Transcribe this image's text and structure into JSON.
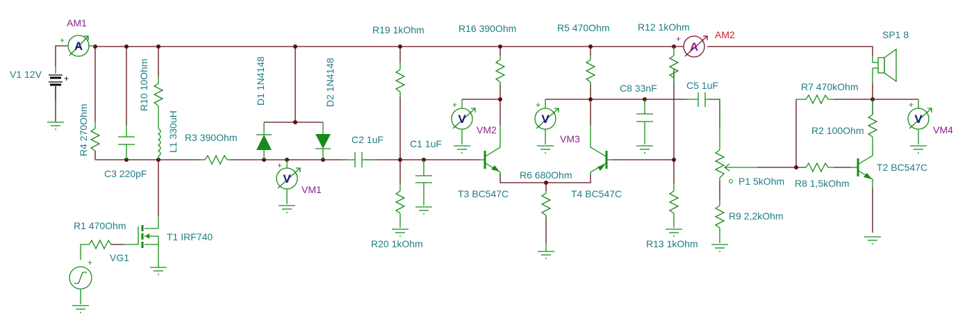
{
  "title": "Circuit schematic",
  "colors": {
    "wire": "#5a0f14",
    "component": "#178a17",
    "component_label": "#1e7c86",
    "meter_label": "#8a1f8f",
    "meter_letter": "#1a1a7a",
    "ammeter2_label": "#d42020"
  },
  "components": {
    "V1": "V1 12V",
    "AM1": "AM1",
    "AM2": "AM2",
    "R4": "R4 270Ohm",
    "C3": "C3 220pF",
    "R10": "R10 10Ohm",
    "L1": "L1 330uH",
    "R3": "R3 390Ohm",
    "D1": "D1 1N4148",
    "D2": "D2 1N4148",
    "VM1": "VM1",
    "C2": "C2 1uF",
    "R1": "R1 470Ohm",
    "VG1": "VG1",
    "T1": "T1 IRF740",
    "R19": "R19 1kOhm",
    "R20": "R20 1kOhm",
    "C1": "C1 1uF",
    "R16": "R16 390Ohm",
    "VM2": "VM2",
    "T3": "T3 BC547C",
    "R6": "R6 680Ohm",
    "T4": "T4 BC547C",
    "R5": "R5 470Ohm",
    "VM3": "VM3",
    "C8": "C8 33nF",
    "R12": "R12 1kOhm",
    "R13": "R13 1kOhm",
    "C5": "C5 1uF",
    "P1": "P1 5kOhm",
    "R9": "R9 2,2kOhm",
    "R8": "R8 1,5kOhm",
    "R7": "R7 470kOhm",
    "R2": "R2 100Ohm",
    "T2": "T2 BC547C",
    "SP1": "SP1 8",
    "VM4": "VM4"
  },
  "meter_letters": {
    "ammeter": "A",
    "voltmeter": "V"
  },
  "plus_sign": "+"
}
